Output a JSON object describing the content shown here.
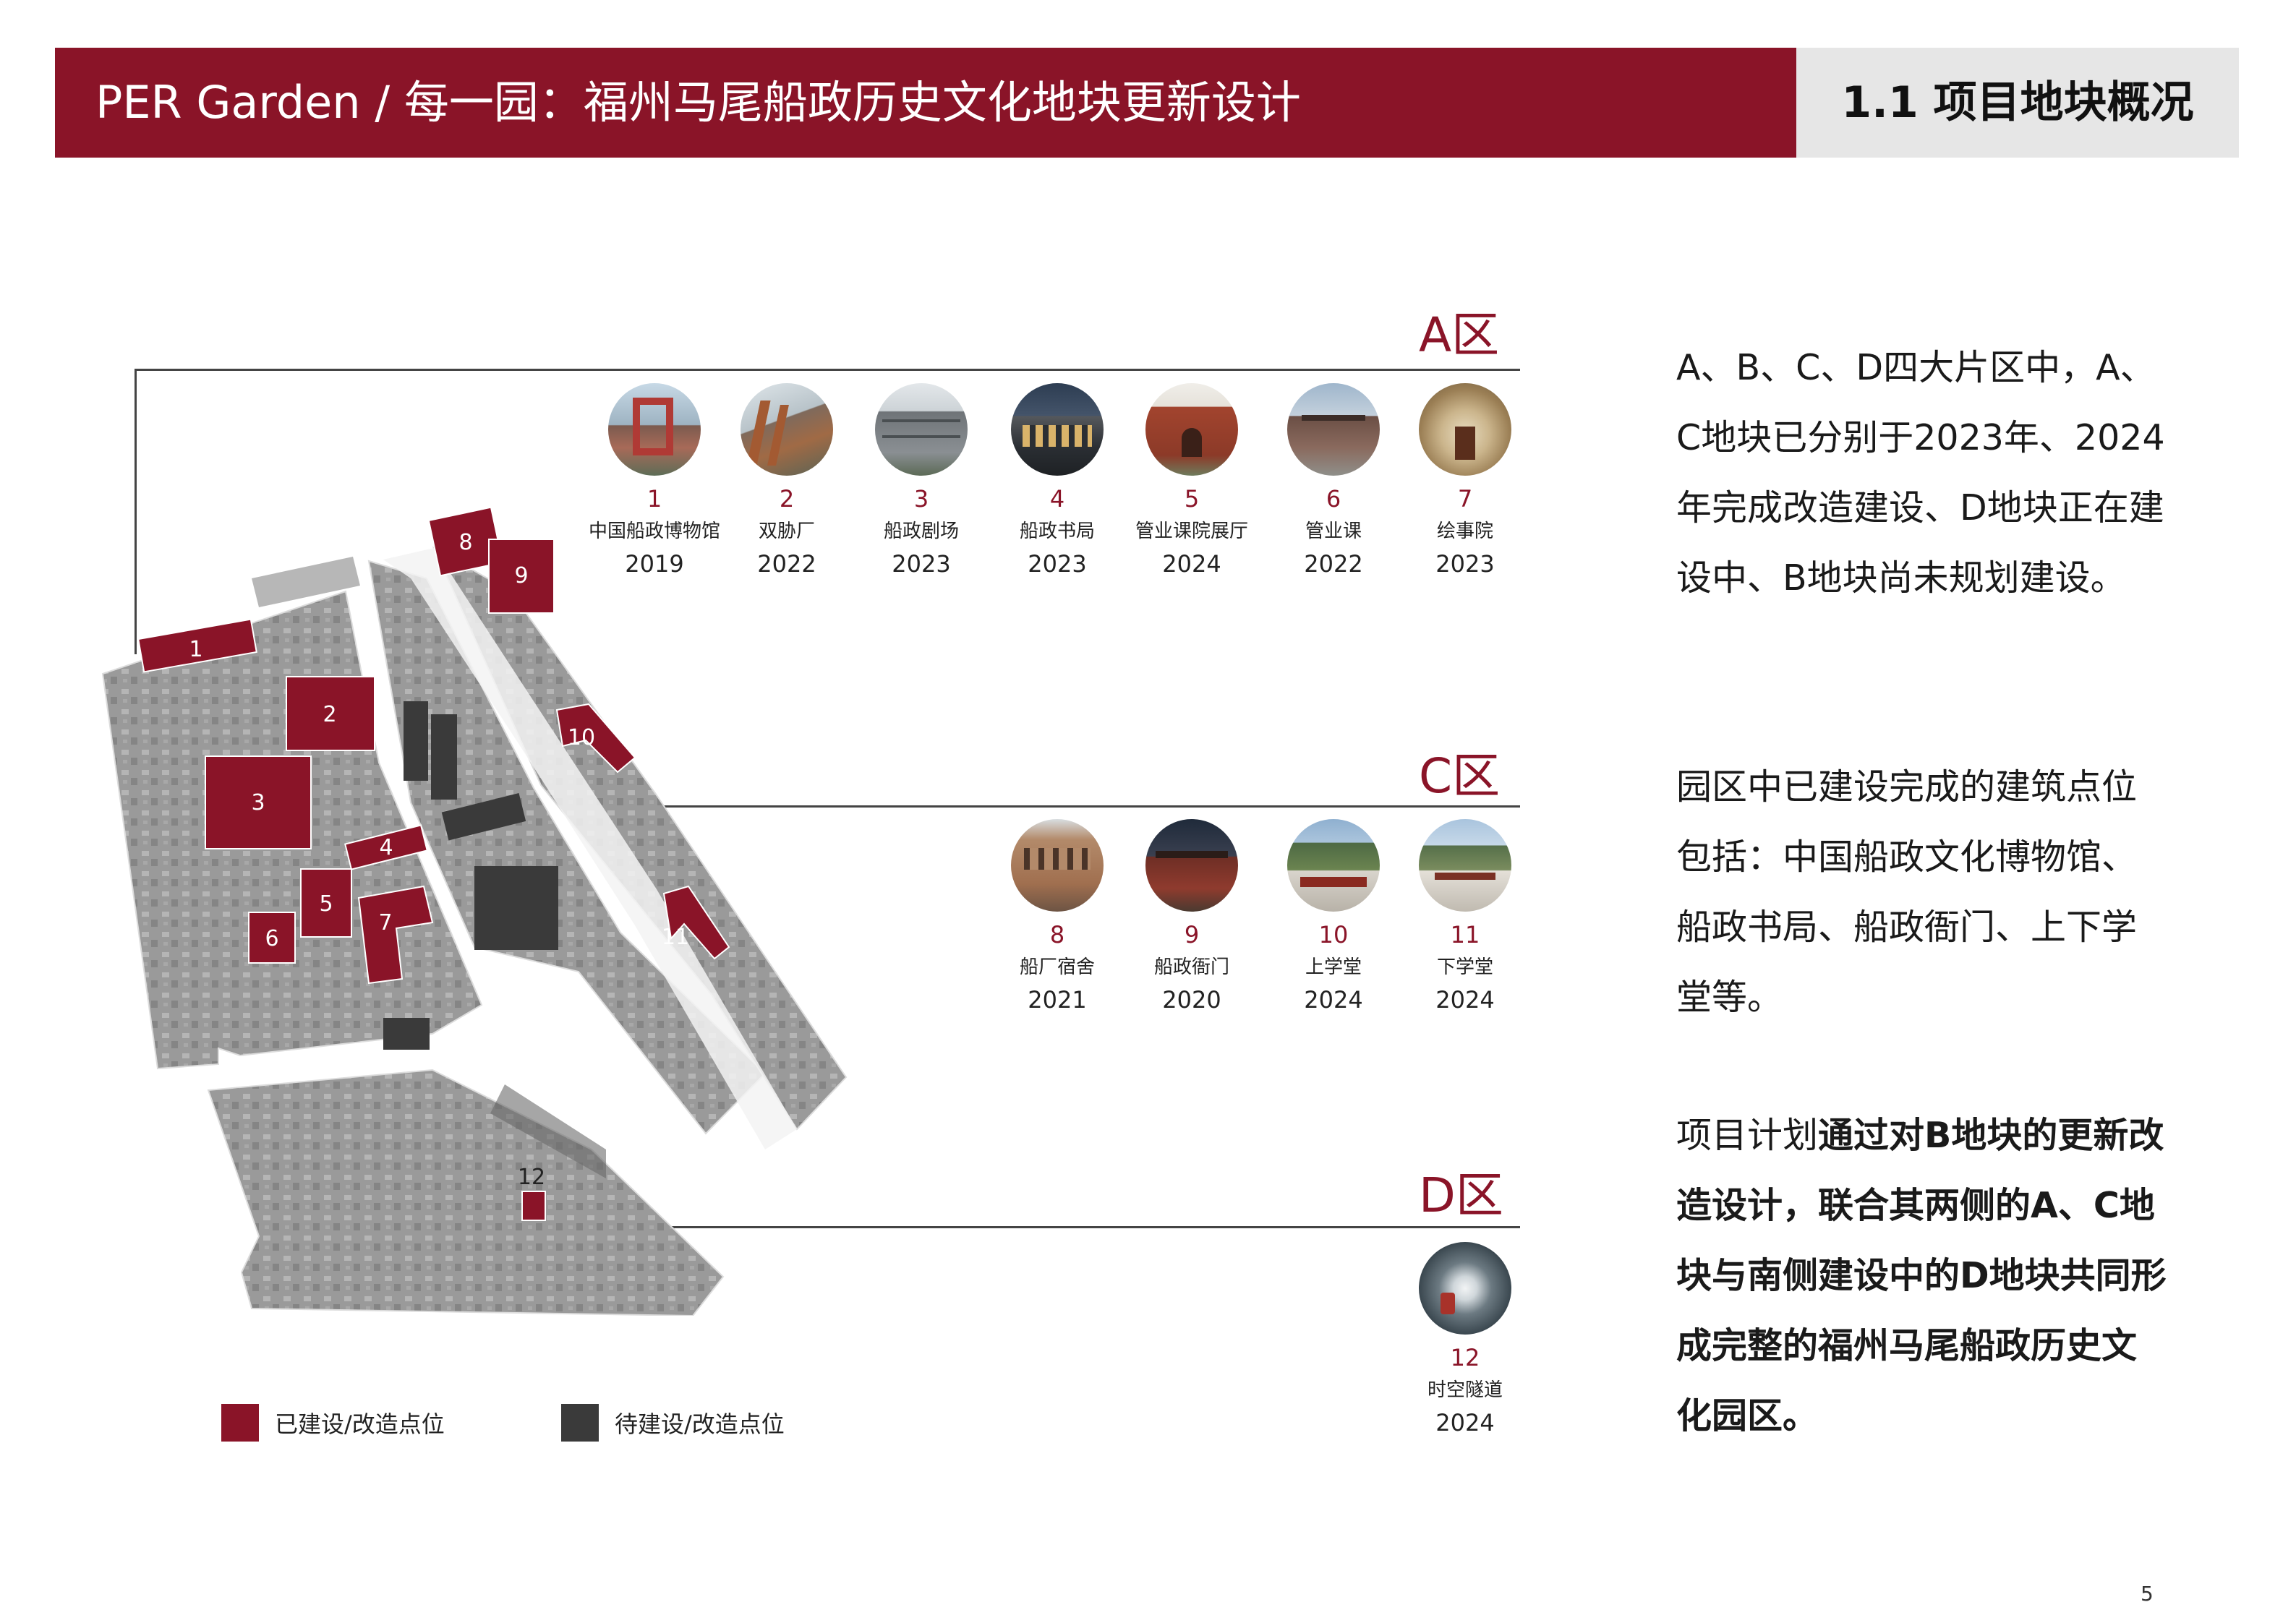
{
  "header": {
    "title": "PER Garden / 每一园：福州马尾船政历史文化地块更新设计",
    "section": "1.1 项目地块概况"
  },
  "zones": [
    {
      "label": "A区",
      "sites": [
        {
          "num": "1",
          "name": "中国船政博物馆",
          "year": "2019"
        },
        {
          "num": "2",
          "name": "双胁厂",
          "year": "2022"
        },
        {
          "num": "3",
          "name": "船政剧场",
          "year": "2023"
        },
        {
          "num": "4",
          "name": "船政书局",
          "year": "2023"
        },
        {
          "num": "5",
          "name": "管业课院展厅",
          "year": "2024"
        },
        {
          "num": "6",
          "name": "管业课",
          "year": "2022"
        },
        {
          "num": "7",
          "name": "绘事院",
          "year": "2023"
        }
      ]
    },
    {
      "label": "C区",
      "sites": [
        {
          "num": "8",
          "name": "船厂宿舍",
          "year": "2021"
        },
        {
          "num": "9",
          "name": "船政衙门",
          "year": "2020"
        },
        {
          "num": "10",
          "name": "上学堂",
          "year": "2024"
        },
        {
          "num": "11",
          "name": "下学堂",
          "year": "2024"
        }
      ]
    },
    {
      "label": "D区",
      "sites": [
        {
          "num": "12",
          "name": "时空隧道",
          "year": "2024"
        }
      ]
    }
  ],
  "legend": {
    "built": "已建设/改造点位",
    "pending": "待建设/改造点位"
  },
  "colors": {
    "accent": "#8a1428",
    "pending": "#3a3a3a"
  },
  "description": {
    "p1": "A、B、C、D四大片区中，A、C地块已分别于2023年、2024年完成改造建设、D地块正在建设中、B地块尚未规划建设。",
    "p2": "园区中已建设完成的建筑点位包括：中国船政文化博物馆、船政书局、船政衙门、上下学堂等。",
    "p3_normal": "项目计划",
    "p3_bold": "通过对B地块的更新改造设计，联合其两侧的A、C地块与南侧建设中的D地块共同形成完整的福州马尾船政历史文化园区。"
  },
  "page_number": "5"
}
